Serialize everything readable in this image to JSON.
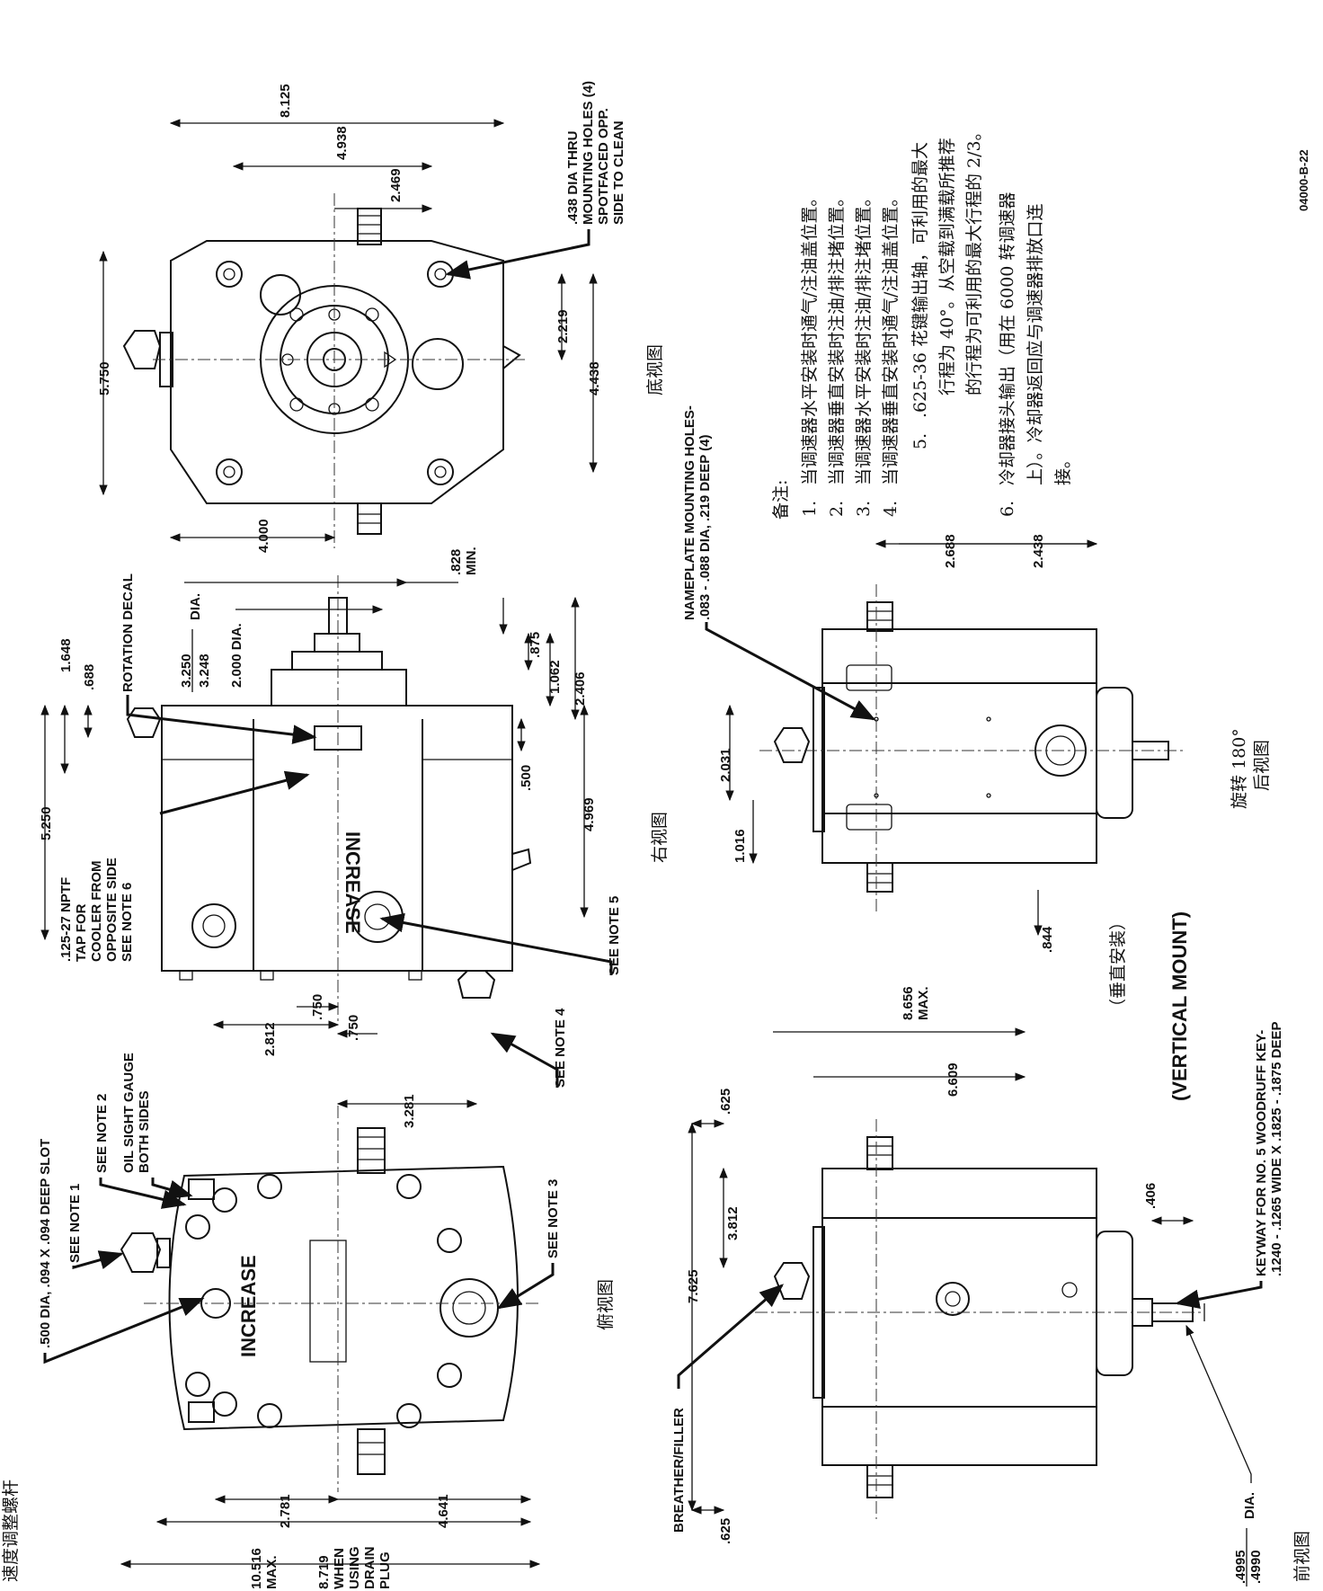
{
  "drawing_id": "04000-B-22",
  "views": {
    "bottom": "底视图",
    "right": "右视图",
    "top": "俯视图",
    "rear": "旋转 180°",
    "rear2": "后视图",
    "front": "前视图",
    "vertical_zh": "（垂直安装）",
    "vertical_en": "(VERTICAL MOUNT)",
    "clipped_top": "速度调整螺杆"
  },
  "notes": {
    "heading": "备注:",
    "items": [
      {
        "num": "1.",
        "lines": [
          "当调速器水平安装时通气/注油盖位置。"
        ]
      },
      {
        "num": "2.",
        "lines": [
          "当调速器垂直安装时注油/排注堵位置。"
        ]
      },
      {
        "num": "3.",
        "lines": [
          "当调速器水平安装时注油/排注堵位置。"
        ]
      },
      {
        "num": "4.",
        "lines": [
          "当调速器垂直安装时通气/注油盖位置。"
        ]
      },
      {
        "num": "5.",
        "lines": [
          ".625-36 花键输出轴，可利用的最大",
          "行程为 40°。从空载到满载所推荐",
          "的行程为可利用的最大行程的 2/3。"
        ]
      },
      {
        "num": "6.",
        "lines": [
          "冷却器接头输出（用在 6000 转调速器",
          "上）。冷却器返回应与调速器排放口连",
          "接。"
        ]
      }
    ]
  },
  "callouts": {
    "mounting_holes": [
      ".438 DIA THRU",
      "MOUNTING HOLES (4)",
      "SPOTFACED OPP.",
      "SIDE TO CLEAN"
    ],
    "rotation_decal": "ROTATION DECAL",
    "cooler_tap": [
      ".125-27 NPTF",
      "TAP FOR",
      "COOLER FROM",
      "OPPOSITE SIDE",
      "SEE NOTE 6"
    ],
    "see_note_5": "SEE NOTE 5",
    "see_note_4": "SEE NOTE 4",
    "see_note_3": "SEE NOTE 3",
    "see_note_2": "SEE NOTE 2",
    "see_note_1": "SEE NOTE 1",
    "oil_sight": [
      "OIL SIGHT GAUGE",
      "BOTH SIDES"
    ],
    "slot": ".500 DIA, .094 X .094 DEEP SLOT",
    "nameplate": [
      "NAMEPLATE MOUNTING HOLES-",
      ".083 - .088 DIA, .219 DEEP (4)"
    ],
    "keyway": [
      "KEYWAY FOR NO. 5 WOODRUFF KEY-",
      ".1240 - .1265 WIDE X .1825 - .1875 DEEP"
    ],
    "breather": "BREATHER/FILLER",
    "increase": "INCREASE",
    "dia_325": [
      "3.250",
      "3.248"
    ],
    "dia_word": "DIA.",
    "dia_2000": "2.000 DIA.",
    "shaft_dia": [
      ".4995",
      ".4990"
    ],
    "drain": [
      "8.719",
      "WHEN",
      "USING",
      "DRAIN",
      "PLUG"
    ]
  },
  "dims": {
    "d8125": "8.125",
    "d4938": "4.938",
    "d2469": "2.469",
    "d5750": "5.750",
    "d2219": "2.219",
    "d4438": "4.438",
    "d4000": "4.000",
    "d1648": "1.648",
    "d688": ".688",
    "d5250": "5.250",
    "d828": [
      ".828",
      "MIN."
    ],
    "d875": ".875",
    "d1062": "1.062",
    "d2406": "2.406",
    "d500": ".500",
    "d4969": "4.969",
    "d2812": "2.812",
    "d750a": ".750",
    "d750b": ".750",
    "d3281": "3.281",
    "d2781": "2.781",
    "d4641": "4.641",
    "d10516": [
      "10.516",
      "MAX."
    ],
    "d2688": "2.688",
    "d2438": "2.438",
    "d2031": "2.031",
    "d1016": "1.016",
    "d844": ".844",
    "d8656": [
      "8.656",
      "MAX."
    ],
    "d6609": "6.609",
    "d625a": ".625",
    "d3812": "3.812",
    "d7625": "7.625",
    "d625b": ".625",
    "d406": ".406"
  }
}
